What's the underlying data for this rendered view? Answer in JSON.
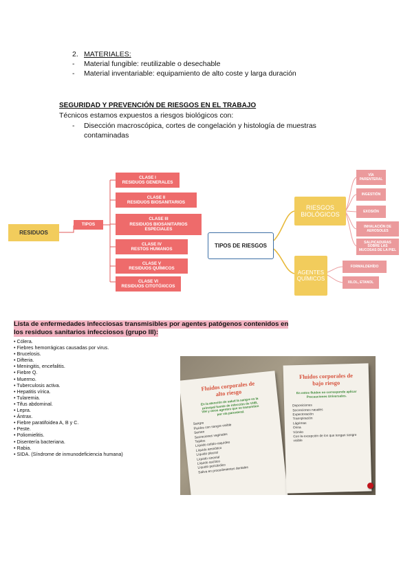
{
  "section_materiales": {
    "heading_num": "2.",
    "heading": "MATERIALES:",
    "items": [
      "Material fungible: reutilizable o desechable",
      "Material inventariable: equipamiento de alto coste y larga duración"
    ],
    "bullet": "-"
  },
  "section_seguridad": {
    "heading": "SEGURIDAD Y PREVENCIÓN DE RIESGOS EN EL TRABAJO",
    "intro": "Técnicos estamos expuestos a riesgos biológicos con:",
    "item_line1": "Disección macroscópica, cortes de congelación y histología de muestras",
    "item_line2": "contaminadas"
  },
  "diagram": {
    "residuos": "RESIDUOS",
    "tipos": "TIPOS",
    "clases": [
      {
        "l1": "CLASE I",
        "l2": "RESIDUOS GENERALES",
        "l3": ""
      },
      {
        "l1": "CLASE  II",
        "l2": "RESIDUOS BIOSANITARIOS",
        "l3": ""
      },
      {
        "l1": "CLASE III",
        "l2": "RESIDUOS BIOSANITARIOS",
        "l3": "ESPECIALES"
      },
      {
        "l1": "CLASE IV",
        "l2": "RESTOS HUMANOS",
        "l3": ""
      },
      {
        "l1": "CLASE V",
        "l2": "RESIDUOS QUÍMICOS",
        "l3": ""
      },
      {
        "l1": "CLASE   VI",
        "l2": "RESIDUOS CITOTÓXICOS",
        "l3": ""
      }
    ],
    "tipos_riesgos": "TIPOS DE RIESGOS",
    "biologicos_l1": "RIESGOS",
    "biologicos_l2": "BIOLÓGICOS",
    "quimicos_l1": "AGENTES",
    "quimicos_l2": "QUÍMICOS",
    "bio_items": [
      {
        "l1": "VÍA",
        "l2": "PARENTERAL",
        "l3": ""
      },
      {
        "l1": "INGESTIÓN",
        "l2": "",
        "l3": ""
      },
      {
        "l1": "EXOSIÓN",
        "l2": "",
        "l3": ""
      },
      {
        "l1": "INHALACIÓN DE",
        "l2": "AEROSOLES",
        "l3": ""
      },
      {
        "l1": "SALPICADURAS",
        "l2": "SOBRE LAS",
        "l3": "MUCOSAS DE LA PIEL"
      }
    ],
    "quim_items": [
      "FORMALDEHÍDO",
      "XILOL, ETANOL"
    ]
  },
  "enfermedades": {
    "title_l1": "Lista de enfermedades infecciosas transmisibles por agentes patógenos contenidos en",
    "title_l2": "los residuos sanitarios infecciosos (grupo III):",
    "items": [
      "• Cólera.",
      "• Fiebres hemorrágicas causadas por virus.",
      "• Brucelosis.",
      "• Difteria.",
      "• Meningitis, encefalitis.",
      "• Fiebre Q.",
      "• Muermo.",
      "• Tuberculosis activa.",
      "• Hepatitis vírica.",
      "• Tularemia.",
      "• Tifus abdominal.",
      "• Lepra.",
      "• Ántrax.",
      "• Fiebre paratifoidea A, B y C.",
      "• Peste.",
      "• Poliomielitis.",
      "• Disentería bacteriana.",
      "• Rabia.",
      "• SIDA. (Síndrome de inmunodeficiencia humana)"
    ]
  },
  "photo": {
    "alto": {
      "title_l1": "Fluidos corporales de",
      "title_l2": "alto riesgo",
      "intro": [
        "En la atención de salud la sangre es la",
        "principal fuente de infección de VHB,",
        "VIH y otros agentes que se transmiten",
        "por vía parenteral."
      ],
      "items": [
        "Sangre",
        "Fluidos con sangre visible",
        "Semen",
        "Secreciones vaginales",
        "Tejidos",
        "Líquido cefalo-raquídeo",
        "Líquido amniótico",
        "Líquido pleural",
        "Líquido sinovial",
        "Líquido ascítico",
        "Líquido pericárdico",
        "Saliva en procedimientos dentales"
      ]
    },
    "bajo": {
      "title_l1": "Fluidos corporales de",
      "title_l2": "bajo riesgo",
      "intro": [
        "En estos fluidos no corresponde aplicar",
        "Precauciones Universales."
      ],
      "items": [
        "Deposiciones",
        "Secreciones nasales",
        "Expectoración",
        "Transpiración",
        "Lágrimas",
        "Orina",
        "Vómito",
        "Con la excepción de los que tengan sangre",
        "visible"
      ]
    }
  },
  "colors": {
    "yellow": "#f2cc5c",
    "red": "#ee6b6b",
    "pink": "#eb9a9c",
    "highlight": "#f2b3c1",
    "connector_red": "#e25a5a",
    "connector_yellow": "#e8b93a"
  }
}
